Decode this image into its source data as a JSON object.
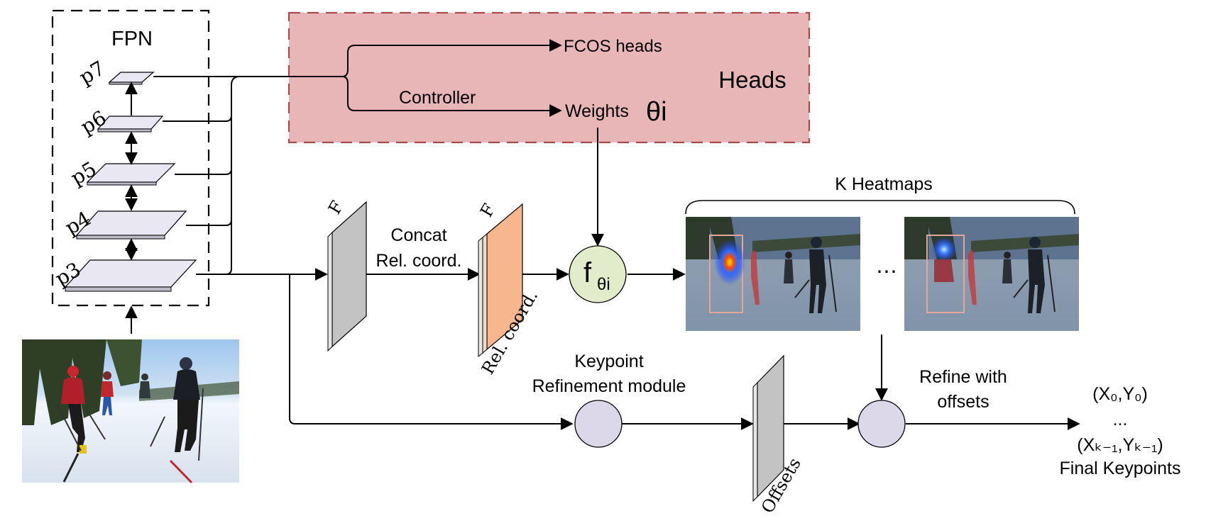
{
  "fpn": {
    "title": "FPN",
    "levels": [
      "p7",
      "p6",
      "p5",
      "p4",
      "p3"
    ]
  },
  "heads": {
    "title": "Heads",
    "fcos_label": "FCOS heads",
    "controller_label": "Controller",
    "weights_label": "Weights",
    "theta_label": "θi"
  },
  "features": {
    "f_label": "F",
    "f_label_2": "F",
    "concat_label": "Concat",
    "relcoord_label": "Rel. coord.",
    "relcoord_side": "Rel. coord."
  },
  "dynamic": {
    "f_symbol": "f",
    "f_sub": "θi"
  },
  "heatmaps": {
    "title": "K Heatmaps",
    "ellipsis": "⋯"
  },
  "refinement": {
    "title_line1": "Keypoint",
    "title_line2": "Refinement module",
    "offsets_label": "Offsets"
  },
  "refine": {
    "line1": "Refine with",
    "line2": "offsets"
  },
  "output": {
    "line1": "(X₀,Y₀)",
    "dots": "...",
    "line3": "(Xₖ₋₁,Yₖ₋₁)",
    "line4": "Final Keypoints"
  },
  "colors": {
    "heads_fill": "#e8b6b7",
    "heads_border": "#a54b4b",
    "plane_fill": "#e9e7f2",
    "feature_fill": "#c3c3c3",
    "relcoord_fill": "#f7b68c",
    "f_circle": "#e2ecca",
    "module_circle": "#dcd8ea"
  },
  "icons": {
    "arrow": "arrowhead",
    "photo": "skiers-photo"
  }
}
